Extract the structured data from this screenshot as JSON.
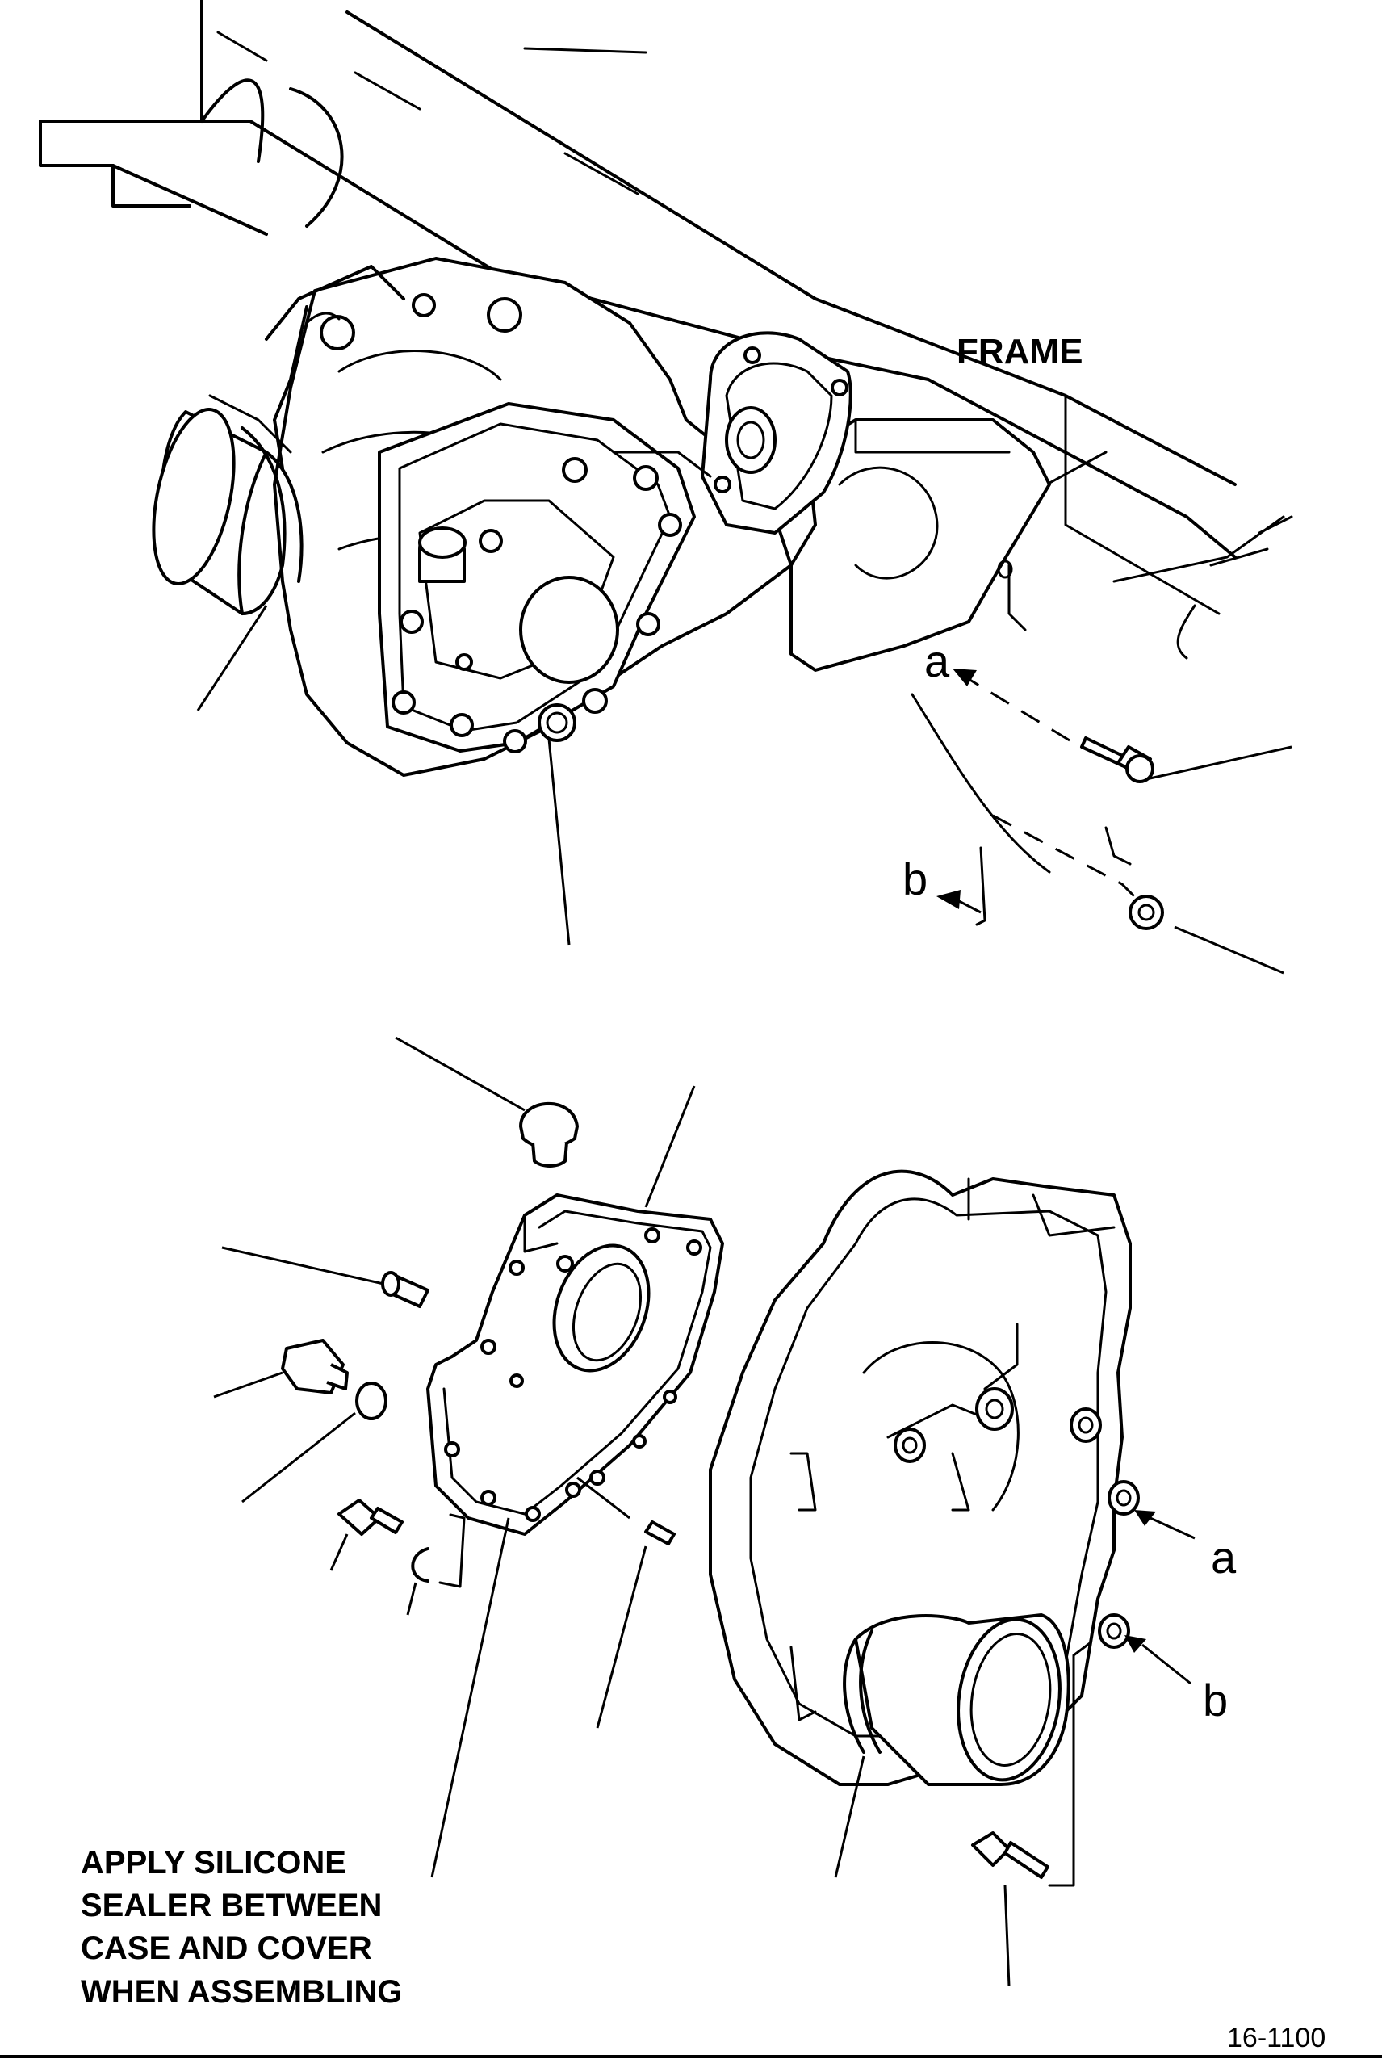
{
  "labels": {
    "frame": "FRAME",
    "point_a_upper": "a",
    "point_b_upper": "b",
    "point_a_lower": "a",
    "point_b_lower": "b"
  },
  "note": {
    "line1": "APPLY SILICONE",
    "line2": "SEALER BETWEEN",
    "line3": "CASE AND COVER",
    "line4": "WHEN ASSEMBLING"
  },
  "figure_number": "16-1100"
}
